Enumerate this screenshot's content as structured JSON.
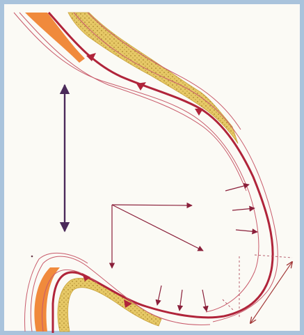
{
  "figure": {
    "colors": {
      "frame": "#a9c3dc",
      "paper": "#fbfaf5",
      "outer_layer": "#f08a3c",
      "inner_layer": "#e2c55e",
      "membrane_line": "#b0243a",
      "outline": "#c85a6a",
      "arrow": "#8a1f3a",
      "double_arrow": "#4b2a5a"
    },
    "elements": [
      "orange-tissue-layer",
      "yellow-dotted-layer",
      "red-membrane-line",
      "thin-outline-curves",
      "flow-arrowheads",
      "vertical-double-arrow",
      "force-vector-arrows",
      "radial-arrows-right",
      "radial-arrows-bottom",
      "diagonal-double-arrow",
      "dashed-guide-lines"
    ]
  }
}
